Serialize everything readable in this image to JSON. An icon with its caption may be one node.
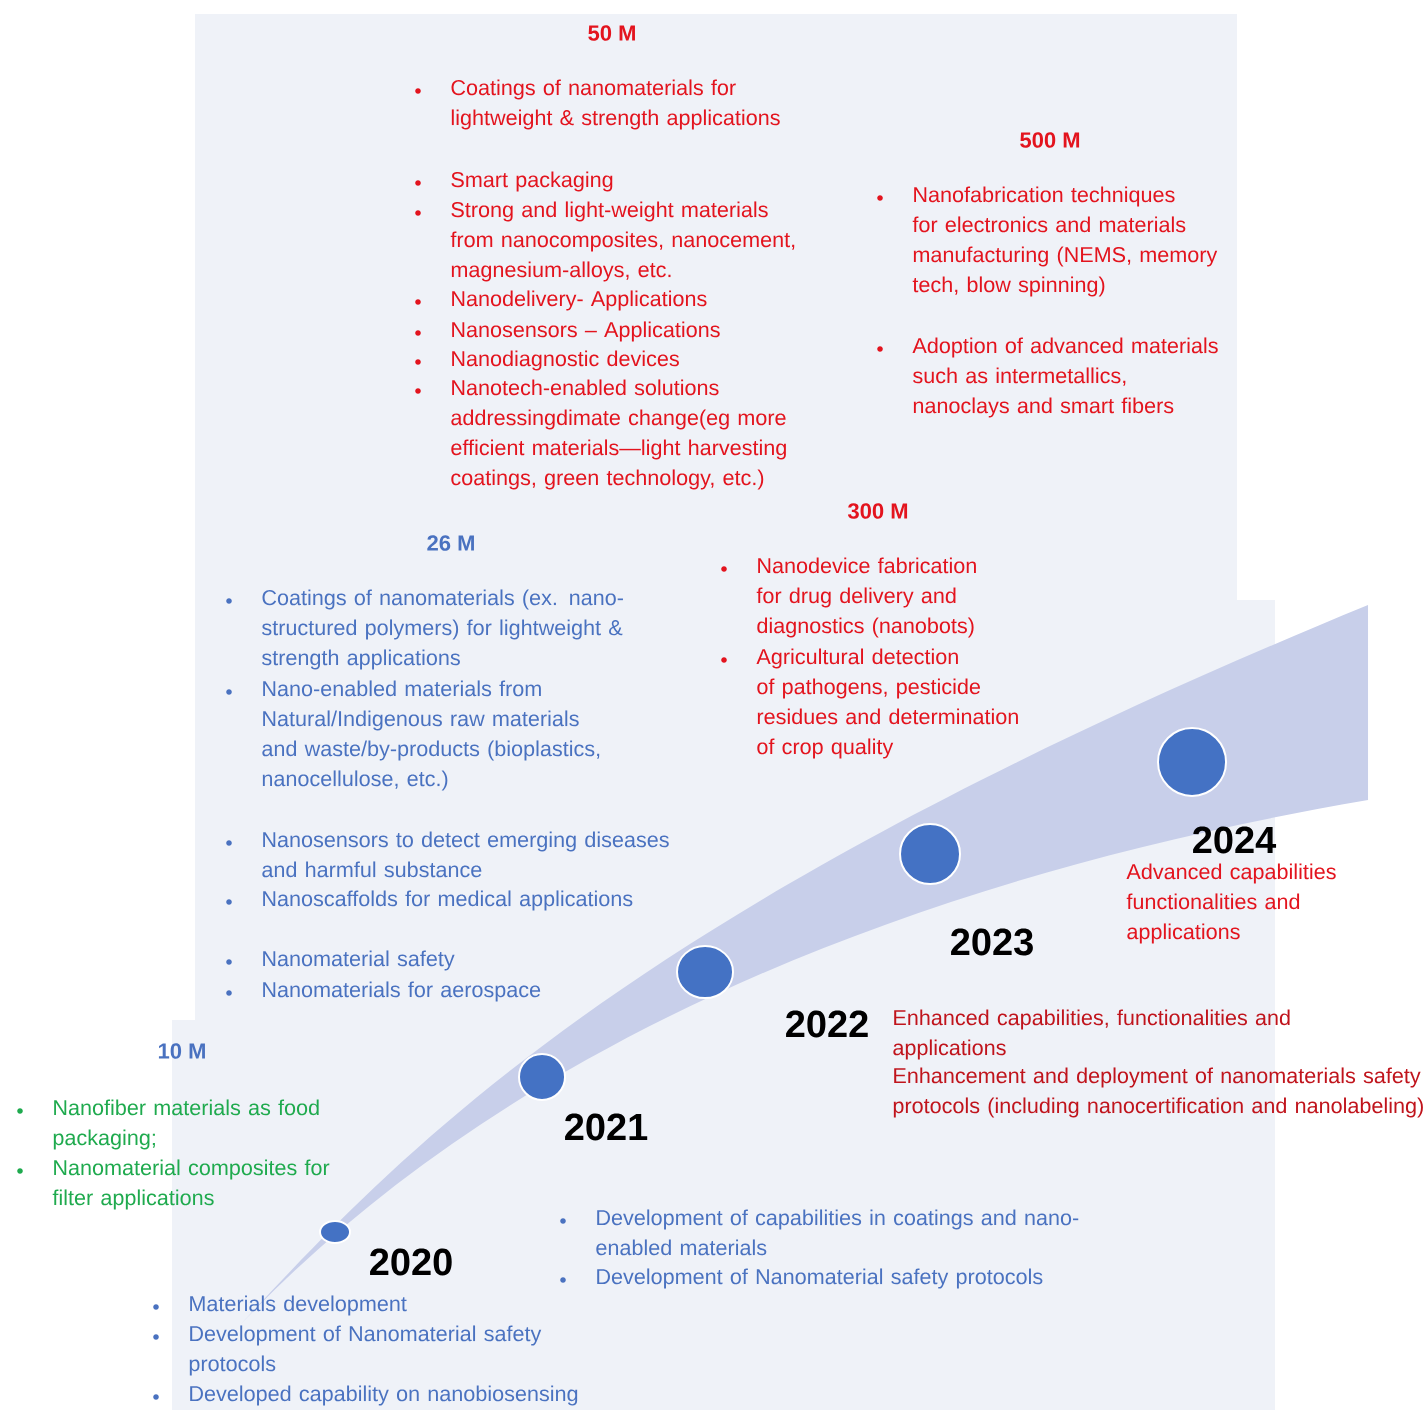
{
  "diagram": {
    "nodes": [
      {
        "text": [],
        "shape": "circle",
        "beside": [
          "2020"
        ]
      },
      {
        "text": [],
        "shape": "circle",
        "beside": [
          "2021"
        ]
      },
      {
        "text": [],
        "shape": "circle",
        "beside": [
          "2022"
        ]
      },
      {
        "text": [],
        "shape": "circle",
        "beside": [
          "2023"
        ]
      },
      {
        "text": [],
        "shape": "circle",
        "beside": [
          "2024"
        ]
      }
    ],
    "labels": [
      "50 M",
      "Coatings of nanomaterials for lightweight & strength applications",
      "Smart packaging",
      "Strong and light-weight materials from nanocomposites, nanocement, magnesium-alloys, etc.",
      "Nanodelivery- Applications",
      "Nanosensors – Applications",
      "Nanodiagnostic devices",
      "Nanotech-enabled solutions addressingdimate change(eg more efficient materials—light harvesting coatings, green technology, etc.)",
      "500 M",
      "Nanofabrication techniques for electronics and materials manufacturing (NEMS, memory tech, blow spinning)",
      "Adoption of advanced materials such as intermetallics, nanoclays and smart fibers",
      "300 M",
      "Nanodevice fabrication for drug delivery and diagnostics (nanobots)",
      "Agricultural detection of pathogens, pesticide residues and determination of crop quality",
      "26 M",
      "Coatings of nanomaterials (ex. nano-structured polymers) for lightweight & strength applications",
      "Nano-enabled materials from Natural/Indigenous raw materials and waste/by-products (bioplastics, nanocellulose, etc.)",
      "Nanosensors to detect emerging diseases and harmful substance",
      "Nanoscaffolds for medical applications",
      "Nanomaterial safety",
      "Nanomaterials for aerospace",
      "Advanced capabilities functionalities and applications",
      "Enhanced capabilities, functionalities and applications",
      "Enhancement and deployment of nanomaterials safety protocols (including nanocertification and nanolabeling)",
      "10 M",
      "Nanofiber materials as food packaging;",
      "Nanomaterial composites for filter applications",
      "Development of capabilities in coatings and nano-enabled materials",
      "Development of Nanomaterial safety protocols",
      "Materials development",
      "Development of Nanomaterial safety protocols",
      "Developed capability on nanobiosensing"
    ]
  }
}
